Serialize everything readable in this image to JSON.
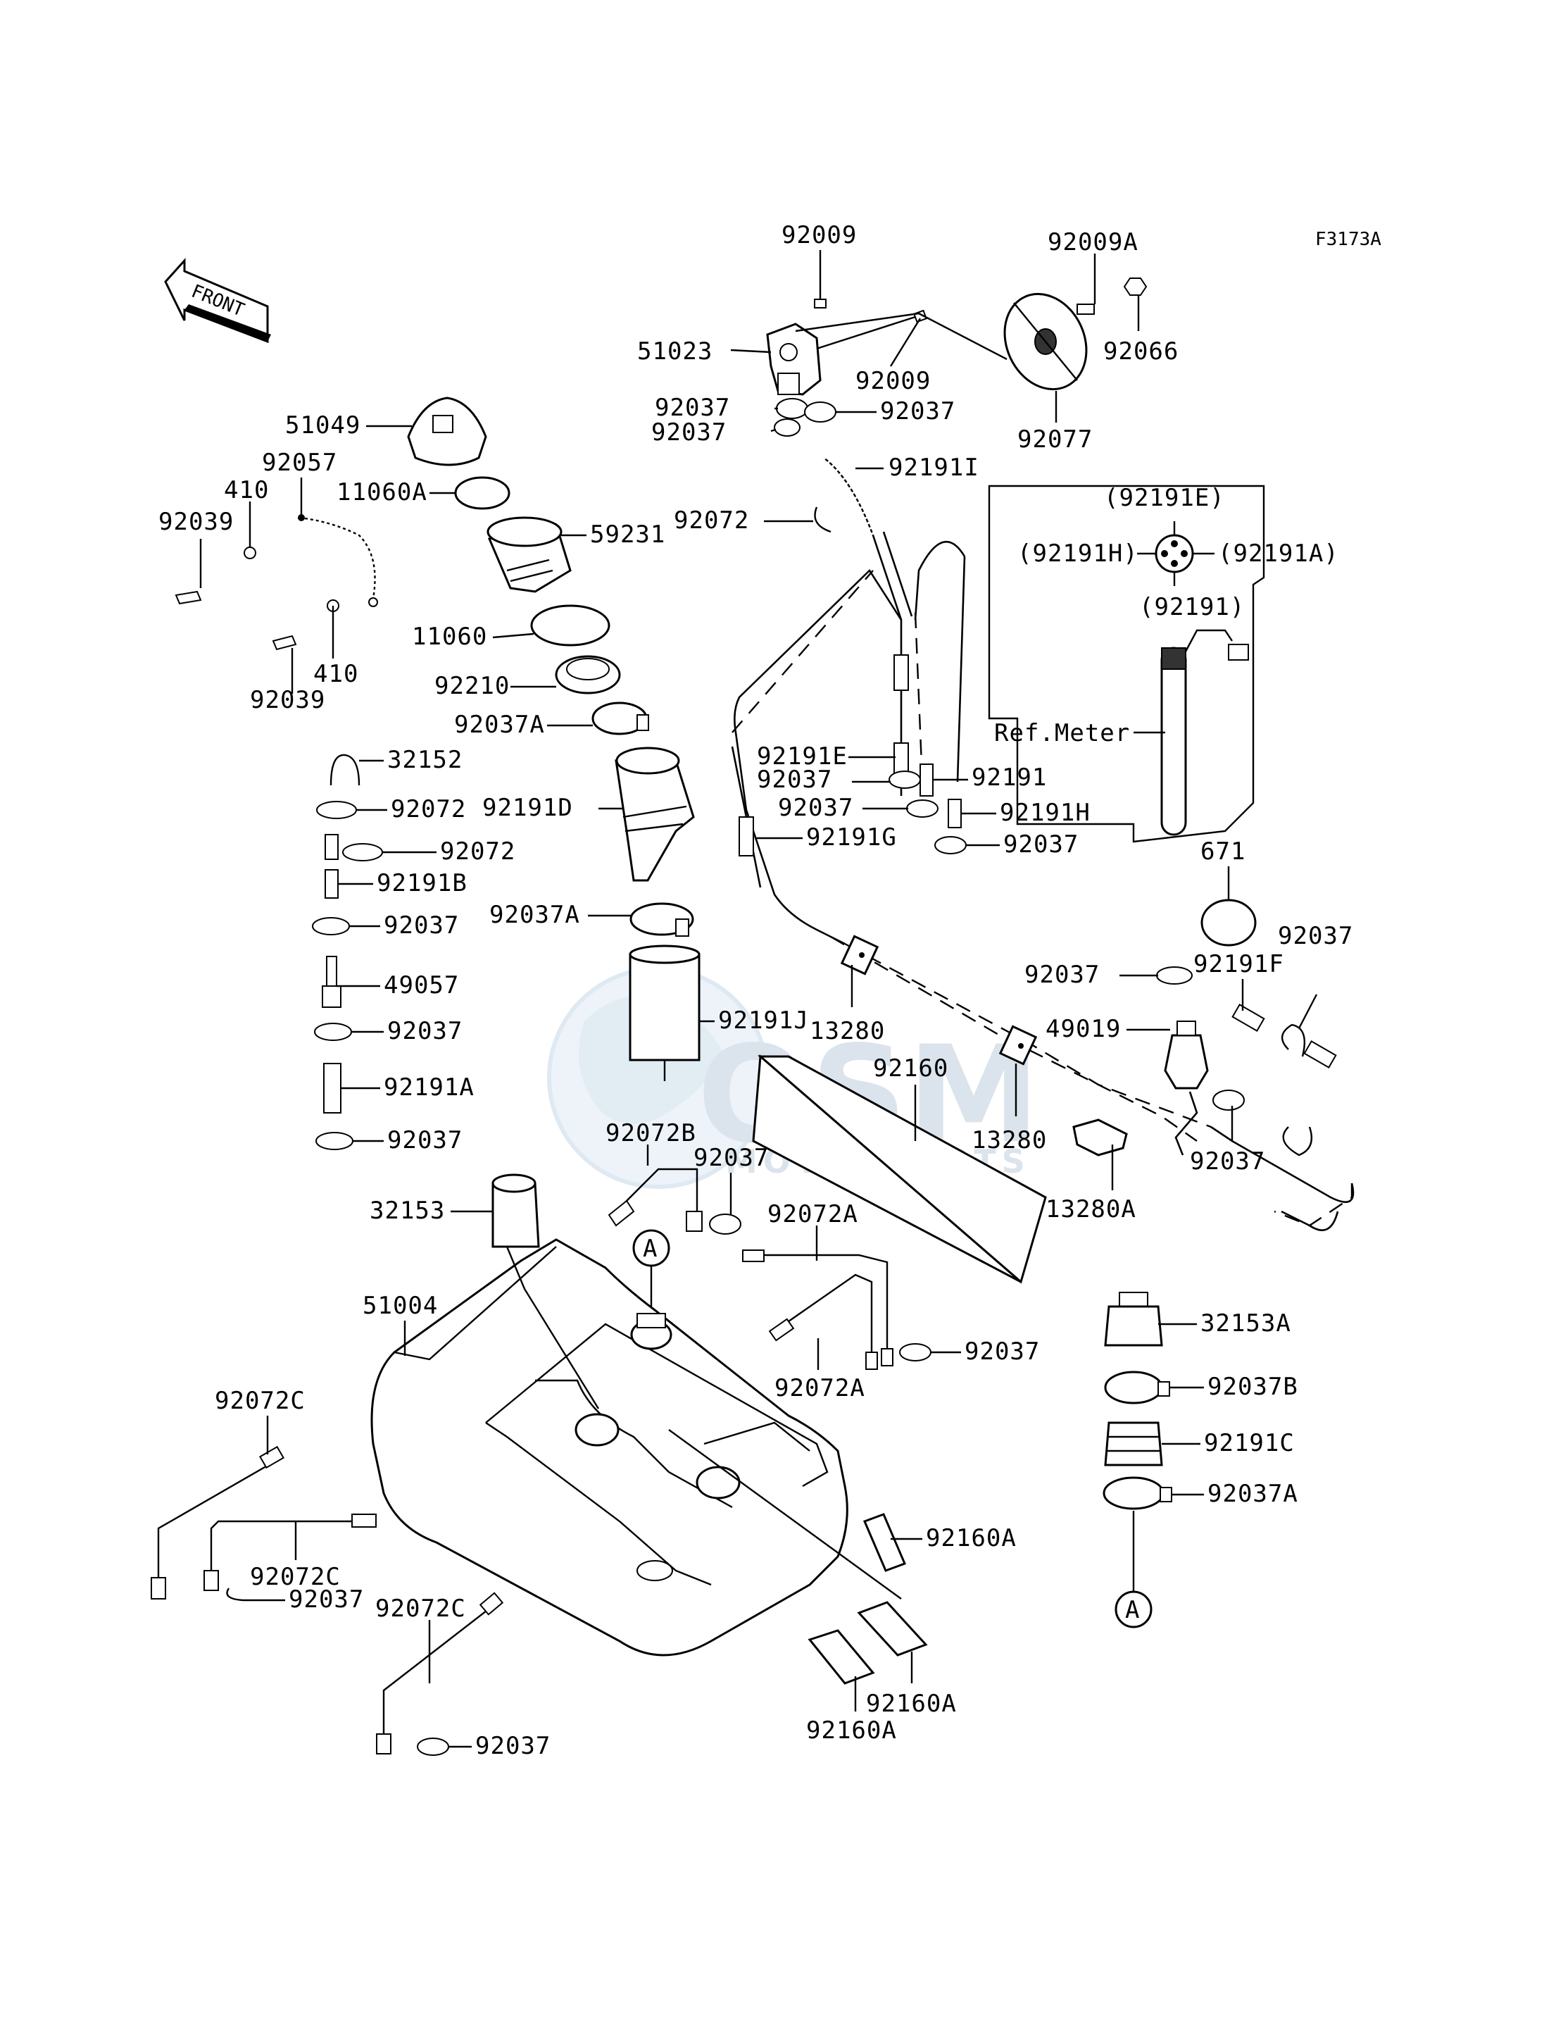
{
  "diagram_code": "F3173A",
  "front_label": "FRONT",
  "circle_ref": "A",
  "ref_meter_label": "Ref.Meter",
  "watermark": {
    "big": "OSM",
    "small": "MOTORPARTS"
  },
  "labels": {
    "p92009_top": "92009",
    "p92009_mid": "92009",
    "p92009A": "92009A",
    "p92066": "92066",
    "p92077": "92077",
    "p51023": "51023",
    "p92037_a": "92037",
    "p92037_b": "92037",
    "p92037_c": "92037",
    "p92191I": "92191I",
    "p92072_top": "92072",
    "p51049": "51049",
    "p92057": "92057",
    "p410_a": "410",
    "p410_b": "410",
    "p92039_a": "92039",
    "p92039_b": "92039",
    "p11060A": "11060A",
    "p59231": "59231",
    "p11060": "11060",
    "p92210": "92210",
    "p92037A_a": "92037A",
    "p32152": "32152",
    "p92072_l1": "92072",
    "p92072_l2": "92072",
    "p92191D": "92191D",
    "p92191B": "92191B",
    "p92037_l1": "92037",
    "p92037A_b": "92037A",
    "p49057": "49057",
    "p92037_l2": "92037",
    "p92191A": "92191A",
    "p92037_l3": "92037",
    "p92191J": "92191J",
    "p92191E": "92191E",
    "p92037_m1": "92037",
    "p92191": "92191",
    "p92037_m2": "92037",
    "p92191H": "92191H",
    "p92191G": "92191G",
    "p92037_m3": "92037",
    "p13280_a": "13280",
    "p13280_b": "13280",
    "p92160": "92160",
    "p92072B": "92072B",
    "p92037_m4": "92037",
    "p92072A_a": "92072A",
    "p92072A_b": "92072A",
    "p92037_m5": "92037",
    "p32153": "32153",
    "p51004": "51004",
    "p92072C_a": "92072C",
    "p92072C_b": "92072C",
    "p92072C_c": "92072C",
    "p92037_b1": "92037",
    "p92037_b2": "92037",
    "p92160A_a": "92160A",
    "p92160A_b": "92160A",
    "p92160A_c": "92160A",
    "p13280A": "13280A",
    "p49019": "49019",
    "p92037_r1": "92037",
    "p92191F": "92191F",
    "p92037_r2": "92037",
    "p92037_r3": "92037",
    "p671": "671",
    "p32153A": "32153A",
    "p92037B": "92037B",
    "p92191C": "92191C",
    "p92037A_c": "92037A",
    "inset_92191E": "(92191E)",
    "inset_92191H": "(92191H)",
    "inset_92191A": "(92191A)",
    "inset_92191": "(92191)"
  }
}
